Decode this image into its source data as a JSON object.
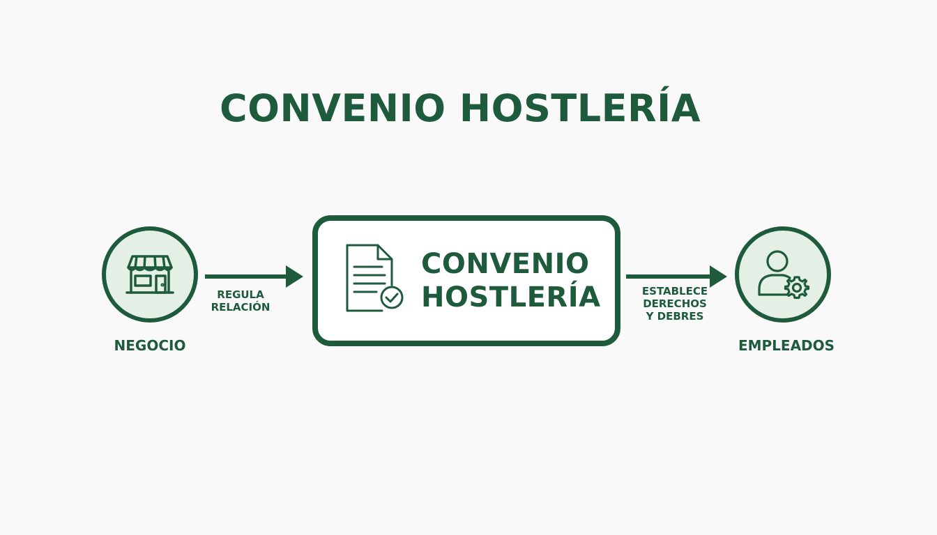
{
  "title": "CONVENIO HOSTLERÍA",
  "nodes": {
    "left": {
      "label": "NEGOCIO",
      "icon": "storefront-icon"
    },
    "center": {
      "line1": "CONVENIO",
      "line2": "HOSTLERÍA",
      "icon": "document-check-icon"
    },
    "right": {
      "label": "EMPLEADOS",
      "icon": "user-gear-icon"
    }
  },
  "edges": {
    "left": {
      "line1": "REGULA",
      "line2": "RELACIÓN"
    },
    "right": {
      "line1": "ESTABLECE",
      "line2": "DERECHOS",
      "line3": "Y DEBRES"
    }
  },
  "colors": {
    "primary": "#1e5a3c",
    "node_fill": "#e4efe6",
    "background": "#f8f9f8"
  }
}
